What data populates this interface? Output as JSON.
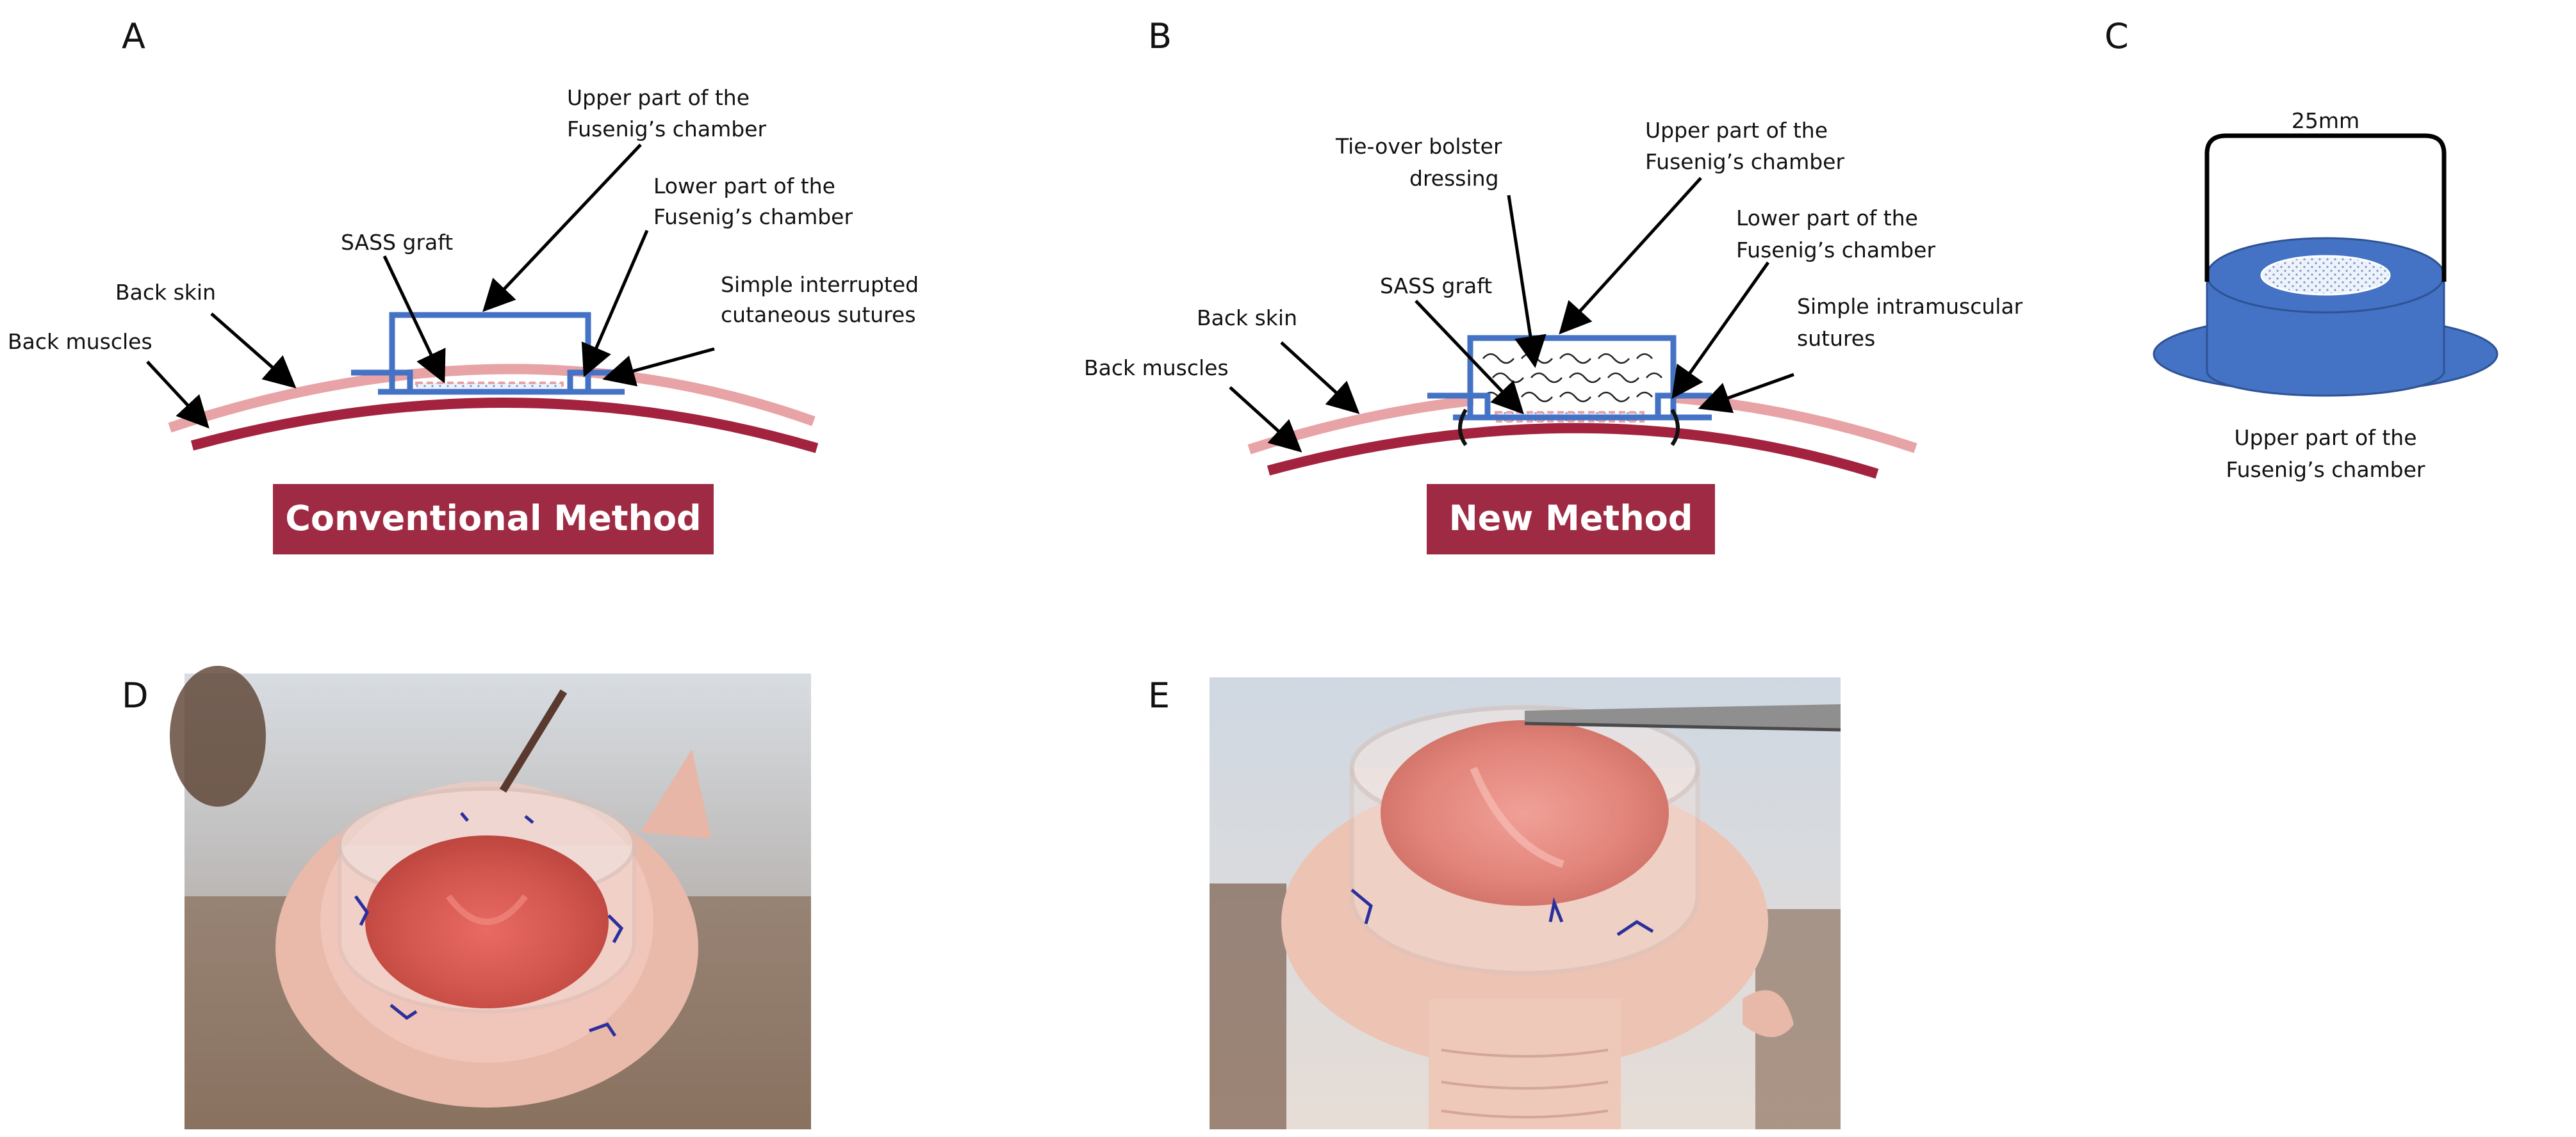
{
  "panels": {
    "A": {
      "letter": "A",
      "labels": {
        "upper_part": [
          "Upper part of the",
          "Fusenig’s chamber"
        ],
        "lower_part": [
          "Lower part of the",
          "Fusenig’s chamber"
        ],
        "sass_graft": "SASS graft",
        "back_skin": "Back skin",
        "back_muscles": "Back muscles",
        "sutures": [
          "Simple interrupted",
          "cutaneous sutures"
        ]
      },
      "banner": "Conventional Method"
    },
    "B": {
      "letter": "B",
      "labels": {
        "tie_over": [
          "Tie-over bolster",
          "dressing"
        ],
        "upper_part": [
          "Upper part of the",
          "Fusenig’s chamber"
        ],
        "lower_part": [
          "Lower part of the",
          "Fusenig’s chamber"
        ],
        "sass_graft": "SASS graft",
        "back_skin": "Back skin",
        "back_muscles": "Back muscles",
        "sutures": [
          "Simple intramuscular",
          "sutures"
        ]
      },
      "banner": "New Method"
    },
    "C": {
      "letter": "C",
      "dimension": "25mm",
      "caption": [
        "Upper part of the",
        "Fusenig’s chamber"
      ]
    },
    "D": {
      "letter": "D"
    },
    "E": {
      "letter": "E"
    }
  },
  "colors": {
    "chamber_blue": "#4472c4",
    "skin_pink": "#e8a3a6",
    "muscle_red": "#a3233f",
    "banner_red": "#9e2a43",
    "chamber_fill_blue": "#4472c4"
  }
}
